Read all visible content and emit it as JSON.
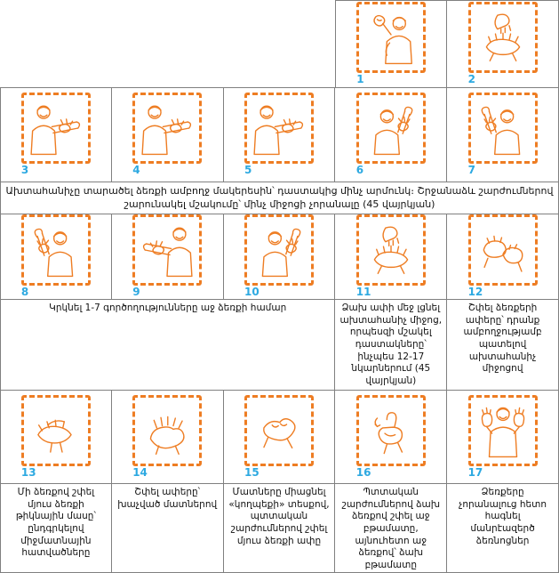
{
  "colors": {
    "accent": "#EE7D23",
    "number_blue": "#2DA9E1",
    "grid_border": "#808080"
  },
  "panels": [
    {
      "num": "1",
      "icon": "person-pressing-dispenser-icon"
    },
    {
      "num": "2",
      "icon": "fingertips-in-palm-icon"
    },
    {
      "num": "3",
      "icon": "rub-wrist-icon"
    },
    {
      "num": "4",
      "icon": "rub-forearm-icon"
    },
    {
      "num": "5",
      "icon": "rub-forearm-icon"
    },
    {
      "num": "6",
      "icon": "rub-elbow-icon"
    },
    {
      "num": "7",
      "icon": "rub-upper-arm-icon"
    },
    {
      "num": "8",
      "icon": "rub-elbow-left-icon"
    },
    {
      "num": "9",
      "icon": "rub-forearm-left-icon"
    },
    {
      "num": "10",
      "icon": "rub-arm-raised-icon"
    },
    {
      "num": "11",
      "icon": "pour-sanitizer-palm-icon"
    },
    {
      "num": "12",
      "icon": "palm-to-palm-icon"
    },
    {
      "num": "13",
      "icon": "back-of-hand-rub-icon"
    },
    {
      "num": "14",
      "icon": "interlaced-fingers-icon"
    },
    {
      "num": "15",
      "icon": "locked-hands-icon"
    },
    {
      "num": "16",
      "icon": "thumb-rotation-icon"
    },
    {
      "num": "17",
      "icon": "palms-up-person-icon"
    }
  ],
  "captions": {
    "row1": "Ախտահանիչը տարածել ձեռքի ամբողջ մակերեսին՝ դաստակից մինչ արմունկ։ Շրջանաձև շարժումներով շարունակել մշակումը՝ մինչ միջոցի չորանալը (45 վայրկյան)",
    "row2_left": "Կրկնել 1-7 գործողությունները աջ ձեռքի համար",
    "row2_mid": "Ձախ ափի մեջ լցնել ախտահանիչ միջոց, որպեսզի մշակել դաստակները՝ ինչպես 12-17 նկարներում (45 վայրկյան)",
    "row2_right": "Շփել ձեռքերի ափերը՝ դրանք ամբողջությամբ պատելով ախտահանիչ միջոցով",
    "row3": [
      "Մի ձեռքով շփել մյուս ձեռքի թիկնային մասը՝ ընդգրկելով միջմատնային հատվածները",
      "Շփել ափերը՝ խաչված մատներով",
      "Մատները միացնել «կողպեքի» տեսքով, պտտական շարժումներով շփել մյուս ձեռքի ափը",
      "Պտտական շարժումներով ձախ ձեռքով շփել աջ բթամատը, այնուհետո աջ ձեռքով՝ ձախ բթամատը",
      "Ձեռքերը չորանալուց հետո հագնել մանրէազերծ ձեռնոցներ"
    ]
  }
}
